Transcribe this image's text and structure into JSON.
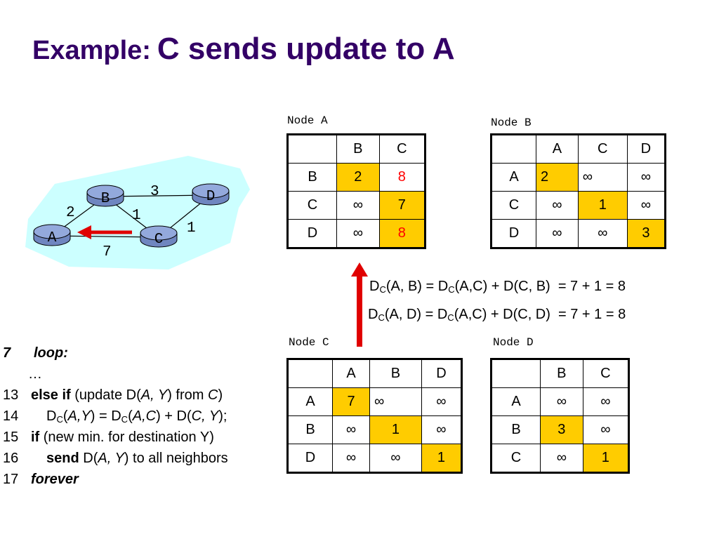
{
  "title": {
    "prefix": "Example:",
    "main": "C sends update to A"
  },
  "network": {
    "nodes": [
      "A",
      "B",
      "C",
      "D"
    ],
    "edge_weights": {
      "A-B": "2",
      "B-C": "1",
      "B-D": "3",
      "C-D": "1",
      "A-C": "7"
    },
    "colors": {
      "cloud": "#ccffff",
      "router": "#6f86c0",
      "router_top": "#93a9dc",
      "arrow": "#e00000"
    }
  },
  "tables": {
    "node_a": {
      "label": "Node A",
      "headers": [
        "",
        "B",
        "C"
      ],
      "rows": [
        [
          "B",
          "2",
          "8"
        ],
        [
          "C",
          "∞",
          "7"
        ],
        [
          "D",
          "∞",
          "8"
        ]
      ]
    },
    "node_b": {
      "label": "Node B",
      "headers": [
        "",
        "A",
        "C",
        "D"
      ],
      "rows": [
        [
          "A",
          "2",
          "∞",
          "∞"
        ],
        [
          "C",
          "∞",
          "1",
          "∞"
        ],
        [
          "D",
          "∞",
          "∞",
          "3"
        ]
      ]
    },
    "node_c": {
      "label": "Node C",
      "headers": [
        "",
        "A",
        "B",
        "D"
      ],
      "rows": [
        [
          "A",
          "7",
          "∞",
          "∞"
        ],
        [
          "B",
          "∞",
          "1",
          "∞"
        ],
        [
          "D",
          "∞",
          "∞",
          "1"
        ]
      ]
    },
    "node_d": {
      "label": "Node D",
      "headers": [
        "",
        "B",
        "C"
      ],
      "rows": [
        [
          "A",
          "∞",
          "∞"
        ],
        [
          "B",
          "3",
          "∞"
        ],
        [
          "C",
          "∞",
          "1"
        ]
      ]
    },
    "highlight_color": "#ffcc00",
    "changed_value_color": "#ff0000"
  },
  "equations": {
    "eq1": {
      "d": "D",
      "sub1": "C",
      "lhs": "(A, B) = D",
      "sub2": "C",
      "rhs": "(A,C) + D(C, B)  = 7 + 1 = 8"
    },
    "eq2": {
      "d": "D",
      "sub1": "C",
      "lhs": "(A, D) = D",
      "sub2": "C",
      "rhs": "(A,C) + D(C, D)  = 7 + 1 = 8"
    }
  },
  "algorithm": {
    "l1": {
      "num": "7",
      "kw": "loop:"
    },
    "l2": {
      "text": "…"
    },
    "l3": {
      "num": "13",
      "kw": "else if",
      "t1": " (update D(",
      "v": "A, Y",
      "t2": ") from ",
      "v2": "C",
      "t3": ")"
    },
    "l4": {
      "num": "14",
      "d": "D",
      "sub1": "C",
      "p1": "(",
      "v1": "A,Y",
      "p2": ") = D",
      "sub2": "C",
      "p3": "(",
      "v2": "A,C",
      "p4": ") + D(",
      "v3": "C, Y",
      "p5": ");"
    },
    "l5": {
      "num": "15",
      "kw": "if",
      "text": " (new min. for destination Y)"
    },
    "l6": {
      "num": "16",
      "kw": "send",
      "t1": " D(",
      "v": "A, Y",
      "t2": ") to all neighbors"
    },
    "l7": {
      "num": "17",
      "kw": "forever"
    }
  }
}
